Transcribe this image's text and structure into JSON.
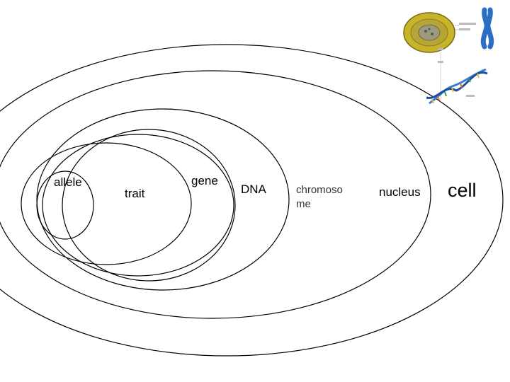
{
  "diagram": {
    "labels": {
      "allele": "allele",
      "trait": "trait",
      "gene": "gene",
      "dna": "DNA",
      "chromosome": "chromoso\nme",
      "nucleus": "nucleus",
      "cell": "cell"
    },
    "colors": {
      "outline": "#000000",
      "cell_fill": "#c8b42a",
      "cell_inner": "#a89a38",
      "chromosome": "#2b6fc4",
      "dna_strand": "#3a7bd5"
    },
    "illustration": {
      "name": "cell-nucleus-chromosome-dna-icon"
    }
  }
}
